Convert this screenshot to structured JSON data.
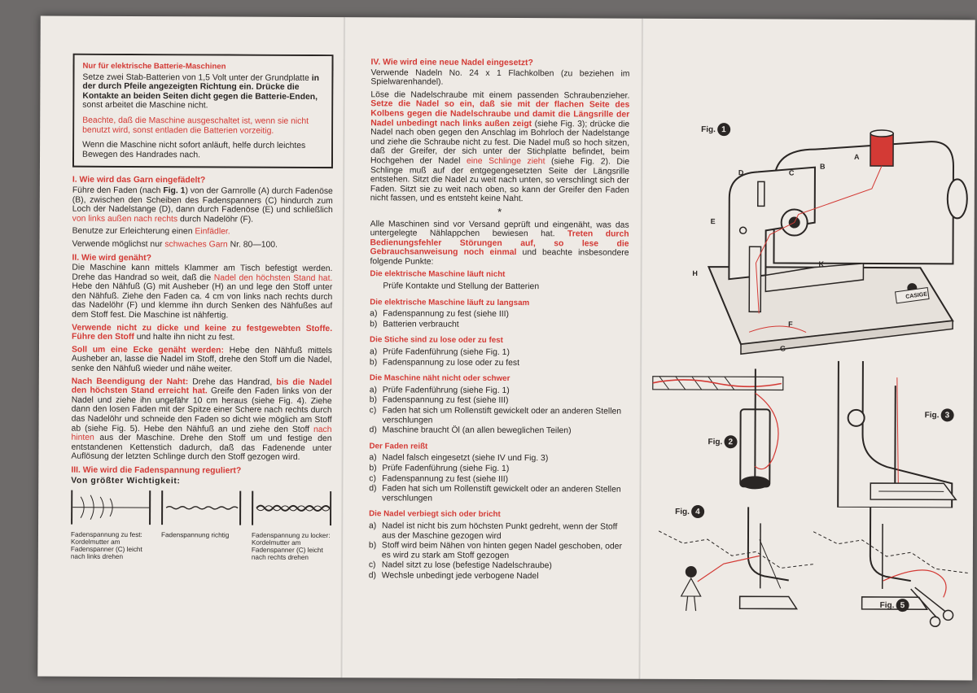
{
  "battery_box": {
    "title": "Nur für elektrische Batterie-Maschinen",
    "p1_a": "Setze zwei Stab-Batterien von 1,5 Volt unter der Grundplatte ",
    "p1_b": "in der durch Pfeile angezeigten Richtung ein. Drücke die Kontakte an beiden Seiten dicht gegen die Batterie-Enden,",
    "p1_c": " sonst arbeitet die Maschine nicht.",
    "p2": "Beachte, daß die Maschine ausgeschaltet ist, wenn sie nicht benutzt wird, sonst entladen die Batterien vorzeitig.",
    "p3": "Wenn die Maschine nicht sofort anläuft, helfe durch leichtes Bewegen des Handrades nach."
  },
  "section1": {
    "title": "I. Wie wird das Garn eingefädelt?",
    "p1_a": "Führe den Faden (nach ",
    "p1_fig": "Fig. 1",
    "p1_b": ") von der Garnrolle (A) durch Fadenöse (B), zwischen den Scheiben des Fadenspanners (C) hindurch zum Loch der Nadelstange (D), dann durch Fadenöse (E) und schließlich ",
    "p1_red": "von links außen nach rechts",
    "p1_c": " durch Nadelöhr (F).",
    "p2_a": "Benutze zur Erleichterung einen ",
    "p2_red": "Einfädler.",
    "p3_a": "Verwende möglichst nur ",
    "p3_red": "schwaches Garn",
    "p3_b": " Nr. 80—100."
  },
  "section2": {
    "title": "II. Wie wird genäht?",
    "p1_a": "Die Maschine kann mittels Klammer am Tisch befestigt werden. Drehe das Handrad so weit, daß die ",
    "p1_red": "Nadel den höchsten Stand hat.",
    "p1_b": " Hebe den Nähfuß (G) mit Ausheber (H) an und lege den Stoff unter den Nähfuß. Ziehe den Faden ca. 4 cm von links nach rechts durch das Nadelöhr (F) und klemme ihn durch Senken des Nähfußes auf dem Stoff fest. Die Maschine ist nähfertig.",
    "p2_red": "Verwende nicht zu dicke und keine zu festgewebten Stoffe. Führe den Stoff",
    "p2_b": " und halte ihn nicht zu fest.",
    "p3_red": "Soll um eine Ecke genäht werden:",
    "p3_b": " Hebe den Nähfuß mittels Ausheber an, lasse die Nadel im Stoff, drehe den Stoff um die Nadel, senke den Nähfuß wieder und nähe weiter.",
    "p4_red": "Nach Beendigung der Naht:",
    "p4_b": " Drehe das Handrad, ",
    "p4_red2": "bis die Nadel den höchsten Stand erreicht hat.",
    "p4_c": " Greife den Faden links von der Nadel und ziehe ihn ungefähr 10 cm heraus (siehe Fig. 4). Ziehe dann den losen Faden mit der Spitze einer Schere nach rechts durch das Nadelöhr und schneide den Faden so dicht wie möglich am Stoff ab (siehe Fig. 5). Hebe den Nähfuß an und ziehe den Stoff ",
    "p4_red3": "nach hinten",
    "p4_d": " aus der Maschine. Drehe den Stoff um und festige den entstandenen Kettenstich dadurch, daß das Fadenende unter Auflösung der letzten Schlinge durch den Stoff gezogen wird."
  },
  "section3": {
    "title": "III. Wie wird die Fadenspannung reguliert?",
    "subtitle": "Von größter Wichtigkeit:",
    "captions": [
      "Fadenspannung zu fest: Kordelmutter am Fadenspanner (C) leicht nach links drehen",
      "Fadenspannung richtig",
      "Fadenspannung zu locker: Kordelmutter am Fadenspanner (C) leicht nach rechts drehen"
    ]
  },
  "section4": {
    "title": "IV. Wie wird eine neue Nadel eingesetzt?",
    "p1": "Verwende Nadeln No. 24 x 1 Flachkolben (zu beziehen im Spielwarenhandel).",
    "p2_a": "Löse die Nadelschraube mit einem passenden Schraubenzieher. ",
    "p2_red": "Setze die Nadel so ein, daß sie mit der flachen Seite des Kolbens gegen die Nadelschraube und damit die Längsrille der Nadel unbedingt nach links außen zeigt",
    "p2_b": " (siehe Fig. 3); drücke die Nadel nach oben gegen den Anschlag im Bohrloch der Nadelstange und ziehe die Schraube nicht zu fest. Die Nadel muß so hoch sitzen, daß der Greifer, der sich unter der Stichplatte befindet, beim Hochgehen der Nadel ",
    "p2_red2": "eine Schlinge zieht",
    "p2_c": " (siehe Fig. 2). Die Schlinge muß auf der entgegengesetzten Seite der Längsrille entstehen. Sitzt die Nadel zu weit nach unten, so verschlingt sich der Faden. Sitzt sie zu weit nach oben, so kann der Greifer den Faden nicht fassen, und es entsteht keine Naht.",
    "star": "*",
    "p3_a": "Alle Maschinen sind vor Versand geprüft und eingenäht, was das untergelegte Nählappchen bewiesen hat. ",
    "p3_red": "Treten durch Bedienungsfehler Störungen auf, so lese die Gebrauchsanweisung noch einmal",
    "p3_b": " und beachte insbesondere folgende Punkte:"
  },
  "troubleshooting": [
    {
      "title": "Die elektrische Maschine läuft nicht",
      "items": [
        {
          "label": "",
          "text": "Prüfe Kontakte und Stellung der Batterien"
        }
      ]
    },
    {
      "title": "Die elektrische Maschine läuft zu langsam",
      "items": [
        {
          "label": "a)",
          "text": "Fadenspannung zu fest (siehe III)"
        },
        {
          "label": "b)",
          "text": "Batterien verbraucht"
        }
      ]
    },
    {
      "title": "Die Stiche sind zu lose oder zu fest",
      "items": [
        {
          "label": "a)",
          "text": "Prüfe Fadenführung (siehe Fig. 1)"
        },
        {
          "label": "b)",
          "text": "Fadenspannung zu lose oder zu fest"
        }
      ]
    },
    {
      "title": "Die Maschine näht nicht oder schwer",
      "items": [
        {
          "label": "a)",
          "text": "Prüfe Fadenführung (siehe Fig. 1)"
        },
        {
          "label": "b)",
          "text": "Fadenspannung zu fest (siehe III)"
        },
        {
          "label": "c)",
          "text": "Faden hat sich um Rollenstift gewickelt oder an anderen Stellen verschlungen"
        },
        {
          "label": "d)",
          "text": "Maschine braucht Öl (an allen beweglichen Teilen)"
        }
      ]
    },
    {
      "title": "Der Faden reißt",
      "items": [
        {
          "label": "a)",
          "text": "Nadel falsch eingesetzt (siehe IV und Fig. 3)"
        },
        {
          "label": "b)",
          "text": "Prüfe Fadenführung (siehe Fig. 1)"
        },
        {
          "label": "c)",
          "text": "Fadenspannung zu fest (siehe III)"
        },
        {
          "label": "d)",
          "text": "Faden hat sich um Rollenstift gewickelt oder an anderen Stellen verschlungen"
        }
      ]
    },
    {
      "title": "Die Nadel verbiegt sich oder bricht",
      "items": [
        {
          "label": "a)",
          "text": "Nadel ist nicht bis zum höchsten Punkt gedreht, wenn der Stoff aus der Maschine gezogen wird"
        },
        {
          "label": "b)",
          "text": "Stoff wird beim Nähen von hinten gegen Nadel geschoben, oder es wird zu stark am Stoff gezogen"
        },
        {
          "label": "c)",
          "text": "Nadel sitzt zu lose (befestige Nadelschraube)"
        },
        {
          "label": "d)",
          "text": "Wechsle unbedingt jede verbogene Nadel"
        }
      ]
    }
  ],
  "figures": {
    "fig_word": "Fig.",
    "numbers": [
      "1",
      "2",
      "3",
      "4",
      "5"
    ],
    "parts": [
      "A",
      "B",
      "C",
      "D",
      "E",
      "F",
      "G",
      "H",
      "K"
    ],
    "plate_text": "CASIGE",
    "colors": {
      "paper": "#eeeae5",
      "ink": "#2a2624",
      "red": "#d33a35"
    }
  }
}
